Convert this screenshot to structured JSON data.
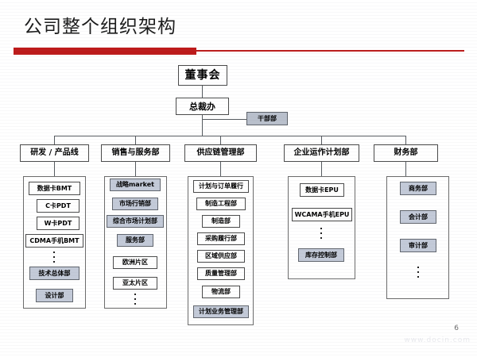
{
  "slide": {
    "title": "公司整个组织架构",
    "page_number": "6",
    "watermark": "www.docin.com",
    "accent_color": "#bd1a1a",
    "tint_color": "#c3cad8",
    "border_color": "#4a4a4a"
  },
  "chart_data": {
    "type": "diagram",
    "title": "公司整个组织架构",
    "top": {
      "board": "董事会",
      "president_office": "总裁办",
      "staff_side": "干部部"
    },
    "columns": [
      {
        "header": "研发 / 产品线",
        "items": [
          {
            "label": "数据卡BMT",
            "style": "plain",
            "indent": 0
          },
          {
            "label": "C卡PDT",
            "style": "plain",
            "indent": 1
          },
          {
            "label": "W卡PDT",
            "style": "plain",
            "indent": 1
          },
          {
            "label": "CDMA手机BMT",
            "style": "plain",
            "indent": 0
          },
          {
            "label": "⋮",
            "style": "dots",
            "indent": 0
          },
          {
            "label": "技术总体部",
            "style": "tinted",
            "indent": 0
          },
          {
            "label": "设计部",
            "style": "tinted",
            "indent": 0
          }
        ]
      },
      {
        "header": "销售与服务部",
        "items": [
          {
            "label": "战略market",
            "style": "tinted",
            "indent": 0
          },
          {
            "label": "市场行销部",
            "style": "tinted",
            "indent": 0
          },
          {
            "label": "综合市场计划部",
            "style": "tinted",
            "indent": 0
          },
          {
            "label": "服务部",
            "style": "tinted",
            "indent": 0
          },
          {
            "label": "欧洲片区",
            "style": "plain",
            "indent": 0
          },
          {
            "label": "亚太片区",
            "style": "plain",
            "indent": 0
          },
          {
            "label": "⋮",
            "style": "dots",
            "indent": 0
          }
        ]
      },
      {
        "header": "供应链管理部",
        "items": [
          {
            "label": "计划与订单履行",
            "style": "plain",
            "indent": 0
          },
          {
            "label": "制造工程部",
            "style": "plain",
            "indent": 0
          },
          {
            "label": "制造部",
            "style": "plain",
            "indent": 0
          },
          {
            "label": "采购履行部",
            "style": "plain",
            "indent": 0
          },
          {
            "label": "区域供应部",
            "style": "plain",
            "indent": 0
          },
          {
            "label": "质量管理部",
            "style": "plain",
            "indent": 0
          },
          {
            "label": "物流部",
            "style": "plain",
            "indent": 0
          },
          {
            "label": "计划业务管理部",
            "style": "tinted",
            "indent": 0
          }
        ]
      },
      {
        "header": "企业运作计划部",
        "items": [
          {
            "label": "数据卡EPU",
            "style": "plain",
            "indent": 0
          },
          {
            "label": "WCAMA手机EPU",
            "style": "plain",
            "indent": 0
          },
          {
            "label": "⋮",
            "style": "dots",
            "indent": 0
          },
          {
            "label": "库存控制部",
            "style": "tinted",
            "indent": 0
          }
        ]
      },
      {
        "header": "财务部",
        "items": [
          {
            "label": "商务部",
            "style": "tinted",
            "indent": 0
          },
          {
            "label": "会计部",
            "style": "tinted",
            "indent": 0
          },
          {
            "label": "审计部",
            "style": "tinted",
            "indent": 0
          },
          {
            "label": "⋮",
            "style": "dots",
            "indent": 0
          }
        ]
      }
    ]
  }
}
